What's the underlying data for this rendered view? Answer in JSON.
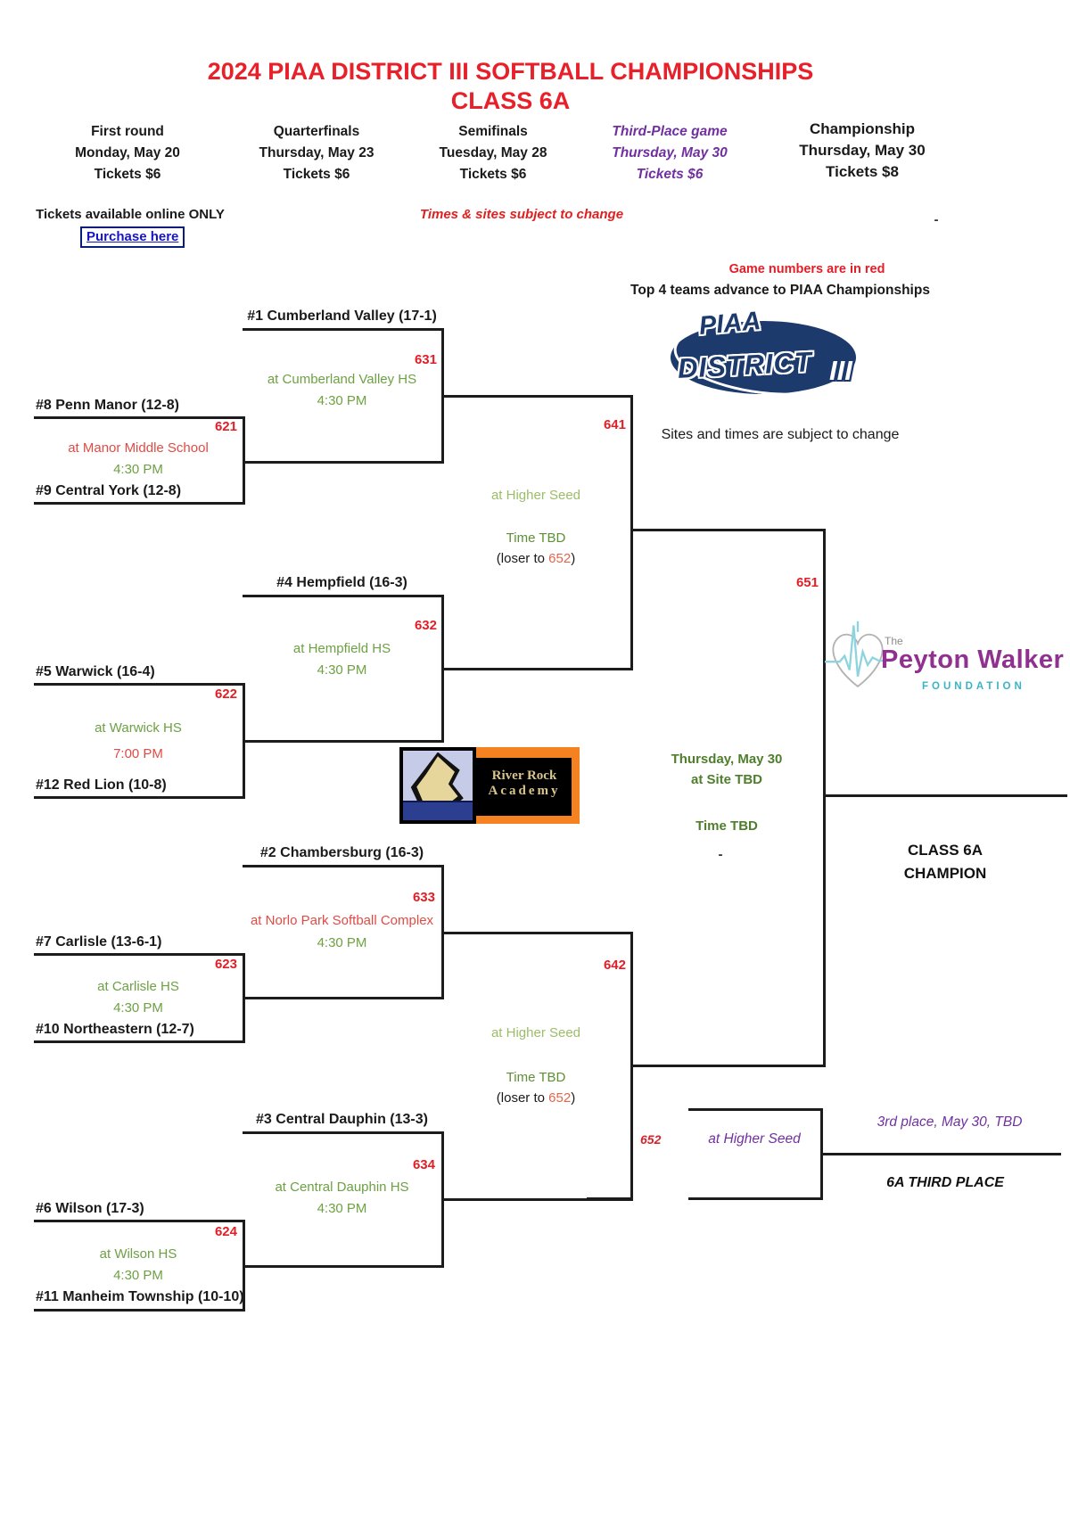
{
  "title": {
    "line1": "2024 PIAA DISTRICT III SOFTBALL CHAMPIONSHIPS",
    "line2": "CLASS 6A"
  },
  "rounds": [
    {
      "name": "First round",
      "date": "Monday, May 20",
      "tickets": "Tickets $6"
    },
    {
      "name": "Quarterfinals",
      "date": "Thursday, May 23",
      "tickets": "Tickets $6"
    },
    {
      "name": "Semifinals",
      "date": "Tuesday, May 28",
      "tickets": "Tickets $6"
    },
    {
      "name": "Third-Place game",
      "date": "Thursday, May 30",
      "tickets": "Tickets $6"
    },
    {
      "name": "Championship",
      "date": "Thursday, May 30",
      "tickets": "Tickets $8"
    }
  ],
  "notices": {
    "tickets_online": "Tickets available online ONLY",
    "purchase": "Purchase here",
    "times_sites": "Times & sites subject to change",
    "game_numbers": "Game numbers are in red",
    "advance": "Top 4 teams advance to PIAA Championships",
    "sites_times": "Sites and times are subject to change",
    "dash": "-"
  },
  "logos": {
    "piaa": {
      "word1": "PIAA",
      "word2": "DISTRICT",
      "word3": "III"
    },
    "river_rock": {
      "line1": "River Rock",
      "line2": "Academy"
    },
    "peyton": {
      "prefix": "The",
      "name": "Peyton Walker",
      "sub": "FOUNDATION"
    }
  },
  "bracket": {
    "round1": [
      {
        "number": "621",
        "top_team": "#8 Penn Manor (12-8)",
        "site": "at Manor Middle School",
        "time": "4:30 PM",
        "bottom_team": "#9 Central York (12-8)"
      },
      {
        "number": "622",
        "top_team": "#5 Warwick (16-4)",
        "site": "at Warwick HS",
        "time": "7:00 PM",
        "bottom_team": "#12 Red Lion (10-8)"
      },
      {
        "number": "623",
        "top_team": "#7 Carlisle (13-6-1)",
        "site": "at Carlisle HS",
        "time": "4:30 PM",
        "bottom_team": "#10 Northeastern (12-7)"
      },
      {
        "number": "624",
        "top_team": "#6 Wilson (17-3)",
        "site": "at Wilson HS",
        "time": "4:30 PM",
        "bottom_team": "#11 Manheim Township (10-10)"
      }
    ],
    "quarterfinals": [
      {
        "number": "631",
        "team": "#1 Cumberland Valley (17-1)",
        "site": "at Cumberland Valley HS",
        "time": "4:30 PM"
      },
      {
        "number": "632",
        "team": "#4 Hempfield (16-3)",
        "site": "at Hempfield HS",
        "time": "4:30 PM"
      },
      {
        "number": "633",
        "team": "#2 Chambersburg (16-3)",
        "site": "at Norlo Park Softball Complex",
        "time": "4:30 PM"
      },
      {
        "number": "634",
        "team": "#3 Central Dauphin (13-3)",
        "site": "at Central Dauphin HS",
        "time": "4:30 PM"
      }
    ],
    "semifinals": [
      {
        "number": "641",
        "site": "at Higher Seed",
        "time": "Time TBD",
        "loser_prefix": "(loser to ",
        "loser_game": "652",
        "loser_suffix": ")"
      },
      {
        "number": "642",
        "site": "at Higher Seed",
        "time": "Time TBD",
        "loser_prefix": "(loser to ",
        "loser_game": "652",
        "loser_suffix": ")"
      }
    ],
    "final": {
      "number": "651",
      "date": "Thursday, May 30",
      "site": "at Site TBD",
      "time": "Time TBD",
      "champion_line1": "CLASS 6A",
      "champion_line2": "CHAMPION"
    },
    "third_place": {
      "number": "652",
      "site": "at Higher Seed",
      "note": "3rd place, May 30, TBD",
      "label": "6A THIRD PLACE"
    }
  },
  "colors": {
    "title_red": "#e8202a",
    "game_number_red": "#e31e26",
    "site_red": "#e14b44",
    "site_green": "#6da144",
    "green_light": "#9cbd67",
    "green_dark": "#4f7e2c",
    "purple": "#7030a0",
    "piaa_navy": "#1d3a6d",
    "river_rock_orange": "#f58220",
    "peyton_purple": "#90308f",
    "peyton_teal": "#39b4c6",
    "link_blue": "#1515c4"
  }
}
